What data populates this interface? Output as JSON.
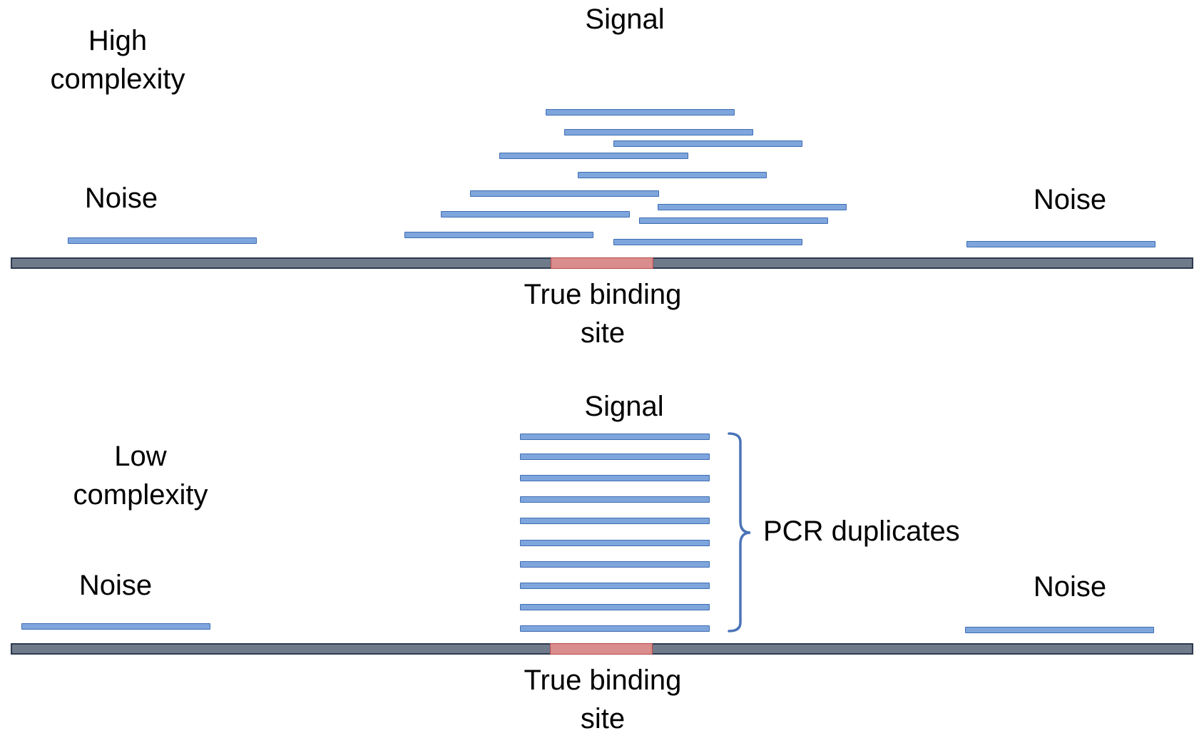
{
  "panels": [
    {
      "title": "High complexity",
      "signal_label": "Signal",
      "noise_left_label": "Noise",
      "noise_right_label": "Noise",
      "site_label": "True binding site"
    },
    {
      "title": "Low complexity",
      "signal_label": "Signal",
      "noise_left_label": "Noise",
      "noise_right_label": "Noise",
      "site_label": "True binding site",
      "bracket_label": "PCR duplicates"
    }
  ],
  "colors": {
    "read_fill": "#7ea6dd",
    "read_border": "#3e6db2",
    "genome_fill": "#6f7a8a",
    "binding_site_fill": "#d98d8d"
  }
}
